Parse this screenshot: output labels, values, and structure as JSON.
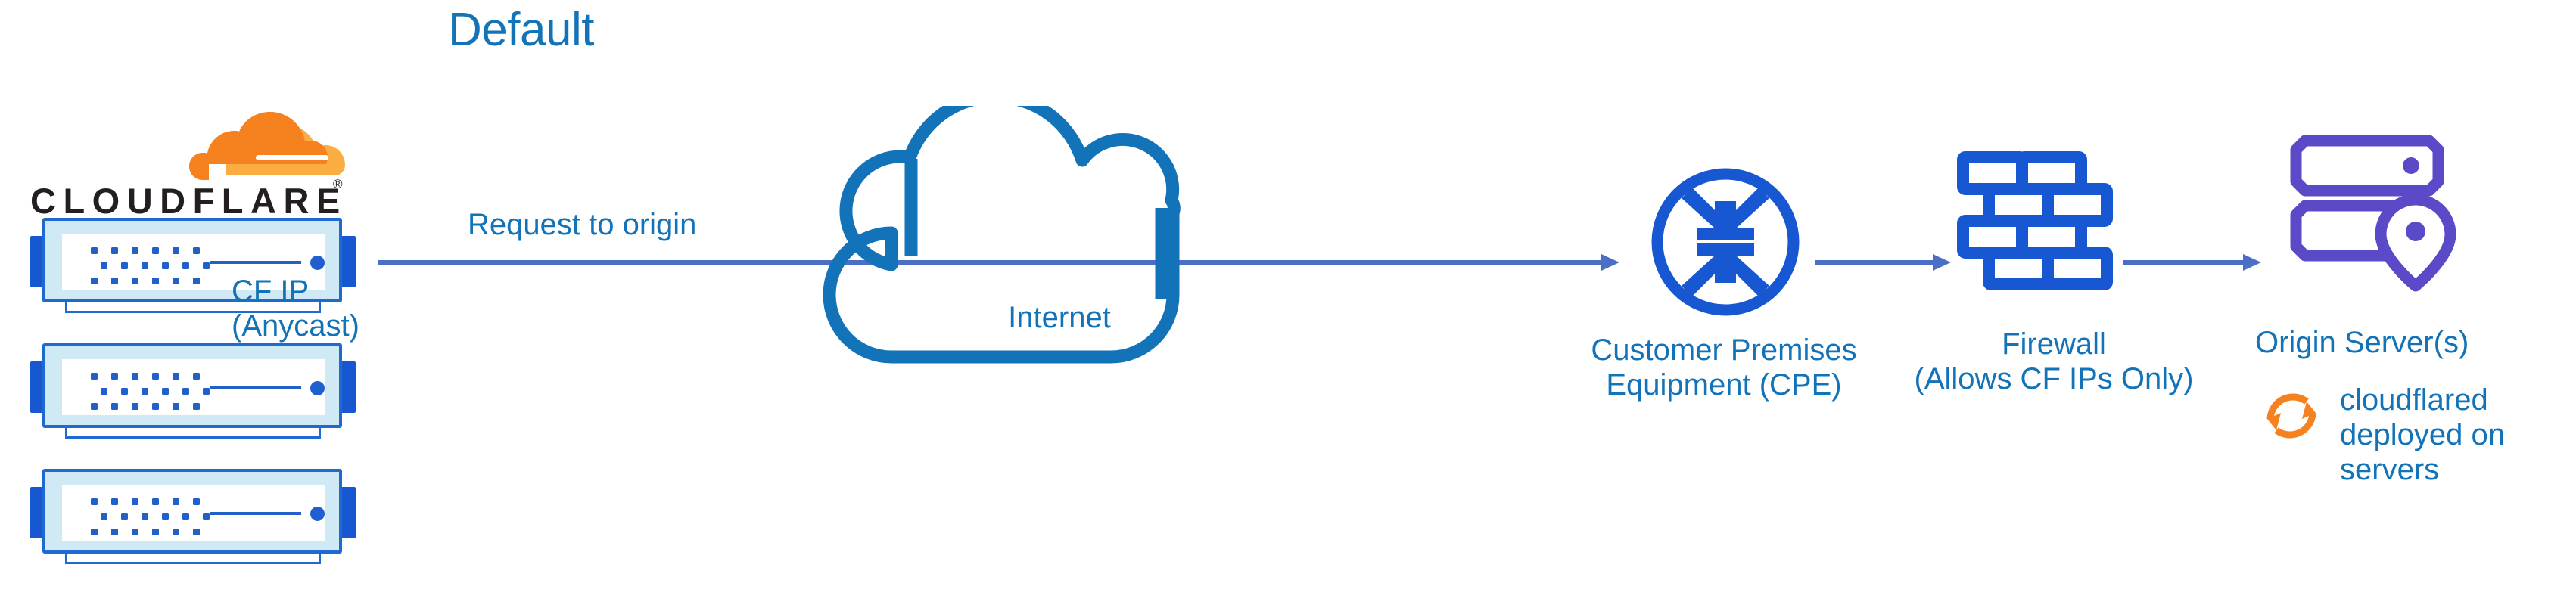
{
  "diagram": {
    "title": "Default",
    "type": "network-architecture",
    "background_color": "#ffffff"
  },
  "colors": {
    "title_blue": "#1273b8",
    "label_blue": "#1273b8",
    "icon_blue": "#1757d1",
    "arrow_blue": "#4a6fc4",
    "server_purple": "#5b4ac7",
    "cloudflare_orange": "#f6821f",
    "cloudflare_orange_light": "#fbad41",
    "wordmark_black": "#231f20"
  },
  "brand": {
    "logo_icon": "cloudflare-cloud-logo",
    "wordmark": "CLOUDFLARE",
    "registered_mark": "®"
  },
  "edge_servers": {
    "icon": "rack-server-icon",
    "count": 3,
    "label_lines": [
      "CF IP",
      "(Anycast)"
    ]
  },
  "flow": {
    "request_label": "Request to origin",
    "arrows": [
      {
        "name": "cf-to-cpe",
        "label": "Request to origin"
      },
      {
        "name": "cpe-to-firewall",
        "label": ""
      },
      {
        "name": "firewall-to-origin",
        "label": ""
      }
    ]
  },
  "internet": {
    "icon": "cloud-icon",
    "label": "Internet"
  },
  "cpe": {
    "icon": "router-icon",
    "label_lines": [
      "Customer Premises",
      "Equipment (CPE)"
    ]
  },
  "firewall": {
    "icon": "brick-wall-icon",
    "label_lines": [
      "Firewall",
      "(Allows CF IPs Only)"
    ]
  },
  "origin": {
    "icon": "server-location-pin-icon",
    "label": "Origin Server(s)",
    "note_icon": "refresh-sync-icon",
    "note_lines": [
      "cloudflared",
      "deployed on",
      "servers"
    ]
  }
}
